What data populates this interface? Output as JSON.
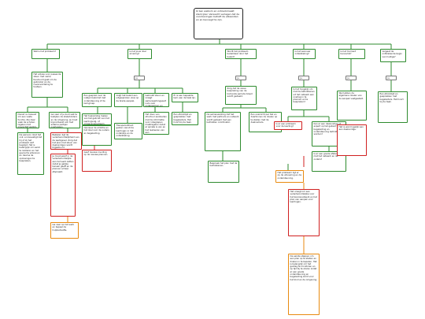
{
  "root": "Ik ben welkom en ontzeckmaakt sterk ijker. Verwacht verlagen dat de voorzieningen betreft de elkaarsten en en bevoegd te zijn.",
  "questions": [
    {
      "id": "q1",
      "text": "Wat is het probleem?"
    },
    {
      "id": "q2",
      "text": "Is het jouw doel ervaring?"
    },
    {
      "id": "q3",
      "text": "Wordt het probleem bereikbaar door het beleid?"
    },
    {
      "id": "q4",
      "text": "Is het wanneer ontwikkeling?"
    },
    {
      "id": "q5",
      "text": "Is het moment benoemd?"
    },
    {
      "id": "q6",
      "text": "Vergeet de ontbrekende begin van huidige?"
    }
  ],
  "answers": {
    "yes": "Ja",
    "no": "Nee"
  },
  "nodes": {
    "a1": "Het advies voor passende steun met name tienduurd gaat om de gebruiker en de nevenverdeling te toetsen.",
    "a2": "Dienst nu bewust om een vaste functie. Zie daar vaak de scholen regelen met preventief welzijn.",
    "a3": "Ga naar of je kunt wat te bekijken de stakeholders en de omgeving. Je moet bijvoorbeeld ook met externe partijen overleggen.",
    "a4": "De persoon doet het ook, en bevestigt dat hij of zij het probleem zelf begrijpt. Het is belangrijk om eerst te luisteren en het gevoel te erkennen en daarna de oplossingen te bespreken.",
    "a5": "Bekijken ligt de verantwoordelijkheid van de werkgever. Zorg dat het plan met steun van deskundigen wordt bijgestuurd.",
    "a6": "Ga naar op het werk en bepaal de hulpbehoefte.",
    "b1": "Een gesprek over de nabije toekomst met ondersteuning of de kerngroep.",
    "b2": "Volgt het beleid een uitgesproken visie op de brede aanpak.",
    "b3": "Gebruikt steun en vraagt samenwerkingspartners over onderwerpen en projecten.",
    "b4": "Er is een bepaalde kern aan de taak lijn.",
    "b5": "Het toekomstig maken van het gebruik van het leerlingvolg- of omgevingssysteem.",
    "b6": "Transparantheid gezien vanuit de leerlingen in het onderwijs en de ontwikkeling.",
    "b7": "Het doen van structuur aanbieden met de informatie voor inbegrepen maatregelen zodat er sprake is van en het realiseren van een kwaliteitsproces.",
    "b8": "Een afvinklijst en gesprekken met begeleiders. Het hoort bij de taak.",
    "b9": "Je moet jezelf in de verantwoordelijke aan het werk zetten zodat je gelijke kansen geeft en de plannen scherp afspreekt.",
    "b10": "Opnieuw de ambitie en het doel voor de ouders en begeleiding.",
    "c1": "Zorg dat de casus bespreking van de komende periode breed wordt gedeeld.",
    "c2": "De samenwerking dat het werk met partners en netwerk wordt gedeeld met een betrokken coördinator.",
    "c3": "Geef nieuwe invulling op de nieuwe plannen.",
    "c4": "Een overzicht per tak en daarbinnen de doelen op te stellen met de deelnemers.",
    "d1": "Is het mogelijk om met de betrokkenen uit het netwerk een overleg in te plannen en te bespreken?",
    "d2": "Kan er een deskundige of expert op het gebied van de begeleiding en ondersteuning betrokken worden?",
    "d3": "Het is wel mogelijk aan een deskundige.",
    "d4": "Het vraagt om een verantwoordelijke voor het kennisnetwerk en het plan van aanpak voor leerlingen.",
    "d5": "De eerste stappen om een plan op te stellen en doelen in te bepalen. Het is belangrijk om het gedrag te monitoren en op tijd bij te sturen zodat er een goede ondersteuning en begeleiding komt voor het kind en de omgeving.",
    "e1": "Is er een probleem voor de leerling?",
    "e2": "Het probleem ligt er op de uitvoering en de ondersteuning.",
    "f1": "Is er een goede afstemming met het netwerk en de ouders?",
    "f2": "We hebben de algemene doelen van de aanpak vastgesteld.",
    "f3": "Bespreek het plan met de betrokkenen."
  }
}
